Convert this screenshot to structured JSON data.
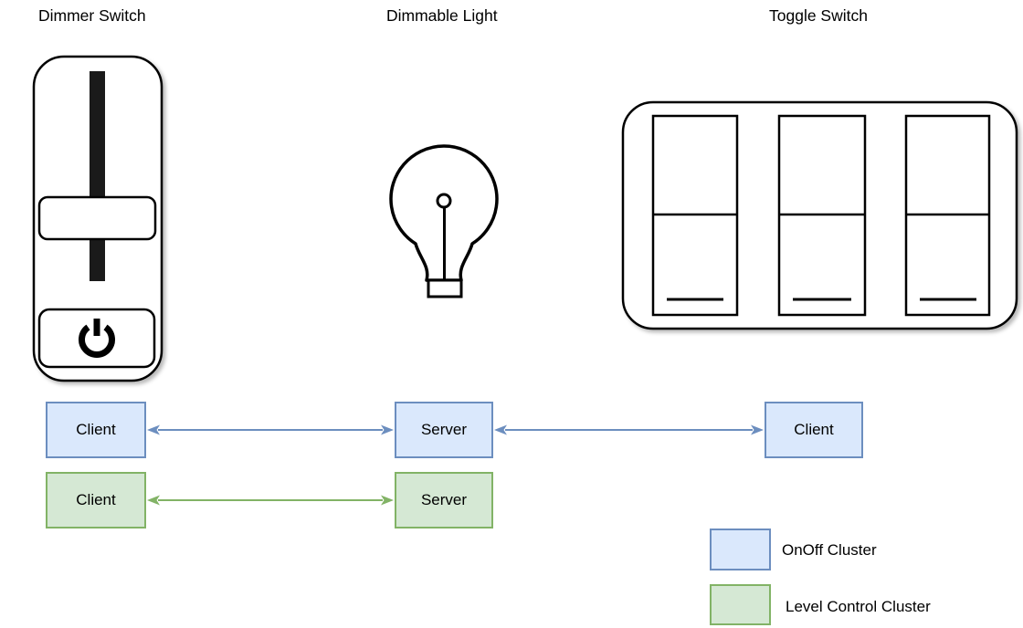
{
  "devices": {
    "dimmer": {
      "label": "Dimmer Switch"
    },
    "light": {
      "label": "Dimmable Light"
    },
    "toggle": {
      "label": "Toggle Switch"
    }
  },
  "clusters": {
    "onoff": {
      "name": "OnOff Cluster",
      "fill": "#dae8fc",
      "border": "#6c8ebf",
      "nodes": {
        "dimmer": "Client",
        "light": "Server",
        "toggle": "Client"
      }
    },
    "level": {
      "name": "Level Control Cluster",
      "fill": "#d5e8d4",
      "border": "#82b366",
      "nodes": {
        "dimmer": "Client",
        "light": "Server"
      }
    }
  },
  "legend": {
    "items": [
      {
        "label": "OnOff Cluster"
      },
      {
        "label": "Level Control Cluster"
      }
    ]
  },
  "colors": {
    "ink": "#000000",
    "background": "#ffffff",
    "onoff_fill": "#dae8fc",
    "onoff_border": "#6c8ebf",
    "level_fill": "#d5e8d4",
    "level_border": "#82b366"
  }
}
